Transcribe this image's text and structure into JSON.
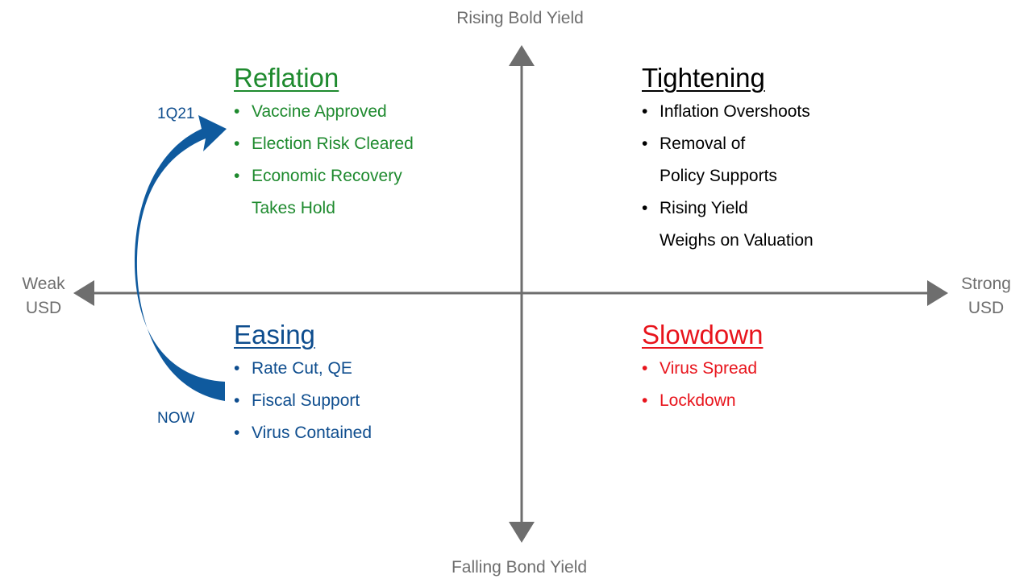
{
  "axes": {
    "top_label": "Rising Bold Yield",
    "bottom_label": "Falling Bond Yield",
    "left_label_line1": "Weak",
    "left_label_line2": "USD",
    "right_label_line1": "Strong",
    "right_label_line2": "USD",
    "color": "#6e6e6e"
  },
  "quadrants": {
    "reflation": {
      "title": "Reflation",
      "color": "#1e8a2e",
      "items": [
        {
          "line1": "Vaccine Approved",
          "line2": ""
        },
        {
          "line1": "Election Risk Cleared",
          "line2": ""
        },
        {
          "line1": "Economic Recovery",
          "line2": "Takes Hold"
        }
      ]
    },
    "tightening": {
      "title": "Tightening",
      "color": "#000000",
      "items": [
        {
          "line1": "Inflation Overshoots",
          "line2": ""
        },
        {
          "line1": "Removal of",
          "line2": "Policy Supports"
        },
        {
          "line1": "Rising Yield",
          "line2": "Weighs on Valuation"
        }
      ]
    },
    "easing": {
      "title": "Easing",
      "color": "#0e4d8e",
      "items": [
        {
          "line1": "Rate Cut, QE",
          "line2": ""
        },
        {
          "line1": "Fiscal Support",
          "line2": ""
        },
        {
          "line1": "Virus Contained",
          "line2": ""
        }
      ]
    },
    "slowdown": {
      "title": "Slowdown",
      "color": "#e8141c",
      "items": [
        {
          "line1": "Virus Spread",
          "line2": ""
        },
        {
          "line1": "Lockdown",
          "line2": ""
        }
      ]
    }
  },
  "transition": {
    "from_label": "NOW",
    "to_label": "1Q21",
    "label_color": "#0e4d8e",
    "arrow_color": "#0f5a9e"
  },
  "bullet_glyph": "•"
}
